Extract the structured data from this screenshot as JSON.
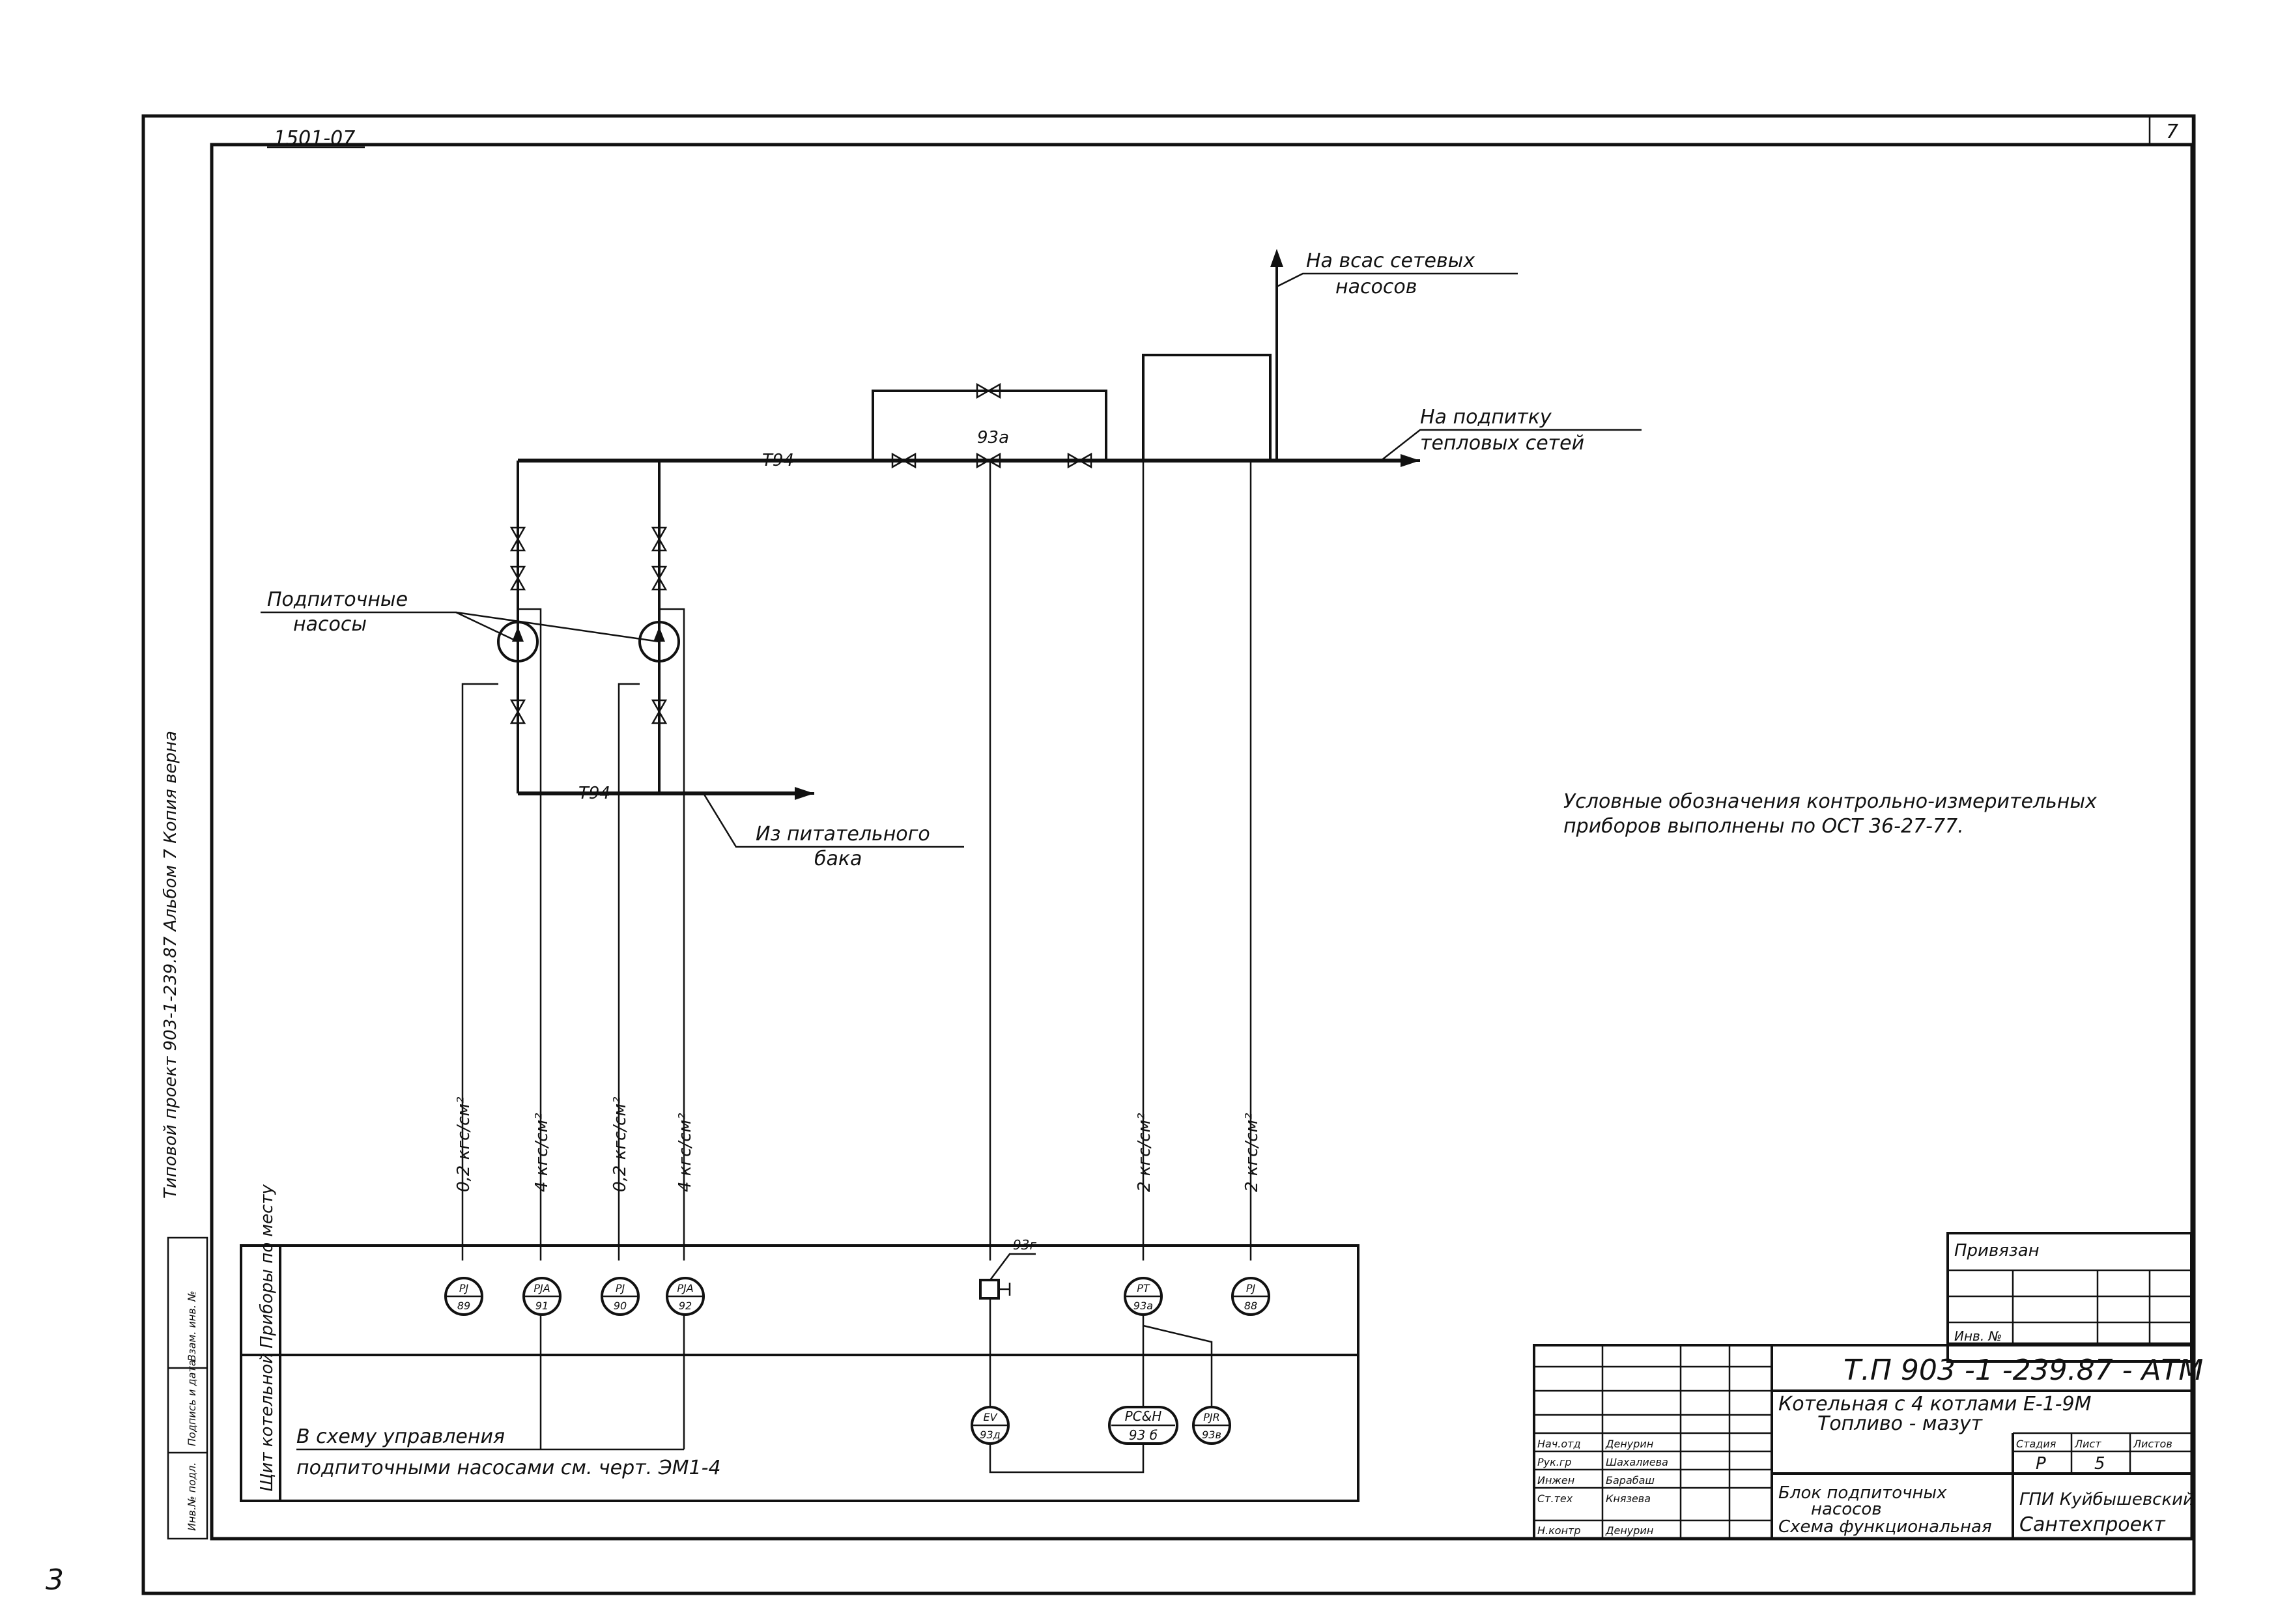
{
  "sheet": {
    "doc_number": "1501-07",
    "sheet_no": "7",
    "page_mark": "3",
    "margin_note": "Типовой проект 903-1-239.87  Альбом 7  Копия верна"
  },
  "labels": {
    "to_suction": "На всас сетевых",
    "to_suction2": "насосов",
    "to_makeup": "На подпитку",
    "to_makeup2": "тепловых сетей",
    "makeup_pumps": "Подпиточные",
    "makeup_pumps2": "насосы",
    "from_tank": "Из питательного",
    "from_tank2": "бака",
    "line_t94_top": "Т94",
    "line_t94_bottom": "Т94",
    "valve_93": "93а",
    "note": "Условные обозначения контрольно-измерительных",
    "note2": "приборов выполнены по ОСТ 36-27-77.",
    "to_control": "В схему управления",
    "to_control2": "подпиточными насосами см. черт. ЭМ1-4",
    "actuator_tag": "93г"
  },
  "impulse_lines": [
    {
      "label": "0,2 кгс/см²"
    },
    {
      "label": "4 кгс/см²"
    },
    {
      "label": "0,2 кгс/см²"
    },
    {
      "label": "4 кгс/см²"
    },
    {
      "label": "2 кгс/см²"
    },
    {
      "label": "2 кгс/см²"
    }
  ],
  "rows": {
    "local": "Приборы по месту",
    "panel": "Щит котельной"
  },
  "instruments_local": [
    {
      "top": "PJ",
      "bottom": "89"
    },
    {
      "top": "PJA",
      "bottom": "91"
    },
    {
      "top": "PJ",
      "bottom": "90"
    },
    {
      "top": "PJA",
      "bottom": "92"
    },
    {
      "top": "PT",
      "bottom": "93а"
    },
    {
      "top": "PJ",
      "bottom": "88"
    }
  ],
  "instruments_panel": [
    {
      "top": "EV",
      "bottom": "93д"
    },
    {
      "top": "PC&H",
      "bottom": "93 б"
    },
    {
      "top": "PJR",
      "bottom": "93в"
    }
  ],
  "title_block": {
    "bound": "Привязан",
    "inv": "Инв. №",
    "code": "Т.П 903 -1 -239.87 -   АТМ",
    "project1": "Котельная с 4 котлами Е-1-9М",
    "project2": "Топливо - мазут",
    "stage_h": "Стадия",
    "sheet_h": "Лист",
    "sheets_h": "Листов",
    "stage": "Р",
    "sheet": "5",
    "drawing1": "Блок подпиточных",
    "drawing2": "насосов",
    "drawing3": "Схема функциональная",
    "org1": "ГПИ Куйбышевский",
    "org2": "Сантехпроект",
    "people": [
      {
        "role": "Нач.отд",
        "name": "Денурин"
      },
      {
        "role": "Рук.гр",
        "name": "Шахалиева"
      },
      {
        "role": "Инжен",
        "name": "Барабаш"
      },
      {
        "role": "Ст.тех",
        "name": "Князева"
      },
      {
        "role": "Н.контр",
        "name": "Денурин"
      }
    ]
  },
  "left_strip": [
    "Инв.№ подл.",
    "Подпись и дата",
    "Взам. инв. №"
  ]
}
